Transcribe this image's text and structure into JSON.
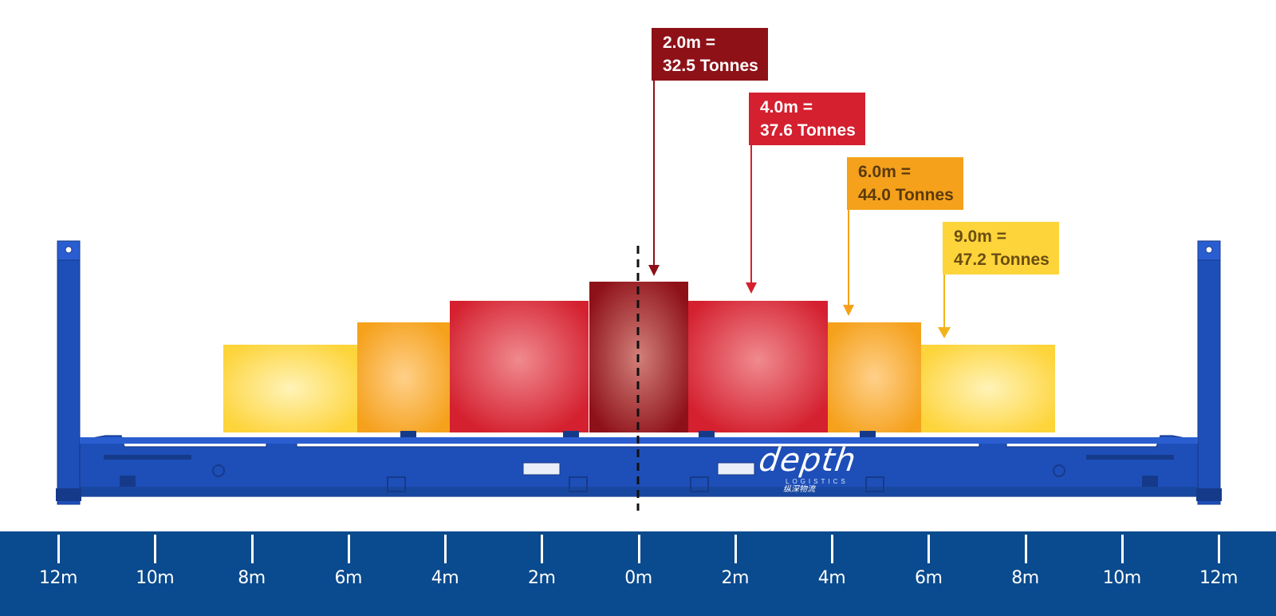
{
  "callouts": [
    {
      "distance": "2.0m =",
      "weight": "32.5 Tonnes",
      "bg": "#8e1118",
      "fg": "#ffffff"
    },
    {
      "distance": "4.0m =",
      "weight": "37.6 Tonnes",
      "bg": "#d4202f",
      "fg": "#ffffff"
    },
    {
      "distance": "6.0m =",
      "weight": "44.0 Tonnes",
      "bg": "#f5a11c",
      "fg": "#5b3a0c"
    },
    {
      "distance": "9.0m =",
      "weight": "47.2 Tonnes",
      "bg": "#fdd43a",
      "fg": "#6b4e12"
    }
  ],
  "scale_labels": [
    "12m",
    "10m",
    "8m",
    "6m",
    "4m",
    "2m",
    "0m",
    "2m",
    "4m",
    "6m",
    "8m",
    "10m",
    "12m"
  ],
  "logo": {
    "text": "depth",
    "subtitle": "LOGISTICS",
    "chinese": "纵深物流"
  },
  "colors": {
    "frame": "#1e4fb8",
    "frame_dark": "#163a8a",
    "scale_bar": "#0a4a8e",
    "dark_red": "#8e1118",
    "red": "#d4202f",
    "orange": "#f5a11c",
    "yellow": "#fdd43a"
  }
}
